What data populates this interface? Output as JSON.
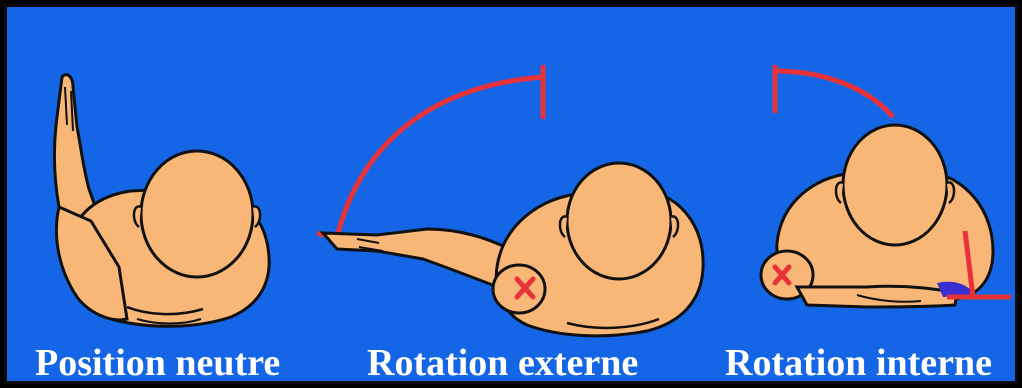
{
  "captions": {
    "neutral": "Position neutre",
    "external": "Rotation externe",
    "internal": "Rotation interne"
  },
  "colors": {
    "background": "#1566e6",
    "skin": "#f9b777",
    "outline": "#111111",
    "arc": "#e8323a",
    "marker": "#e8323a",
    "pressure": "#3a2fd0",
    "caption_text": "#ffffff"
  },
  "icons": {
    "pain_marker": "x-mark",
    "rotation_arc": "arc-with-end-stop"
  }
}
